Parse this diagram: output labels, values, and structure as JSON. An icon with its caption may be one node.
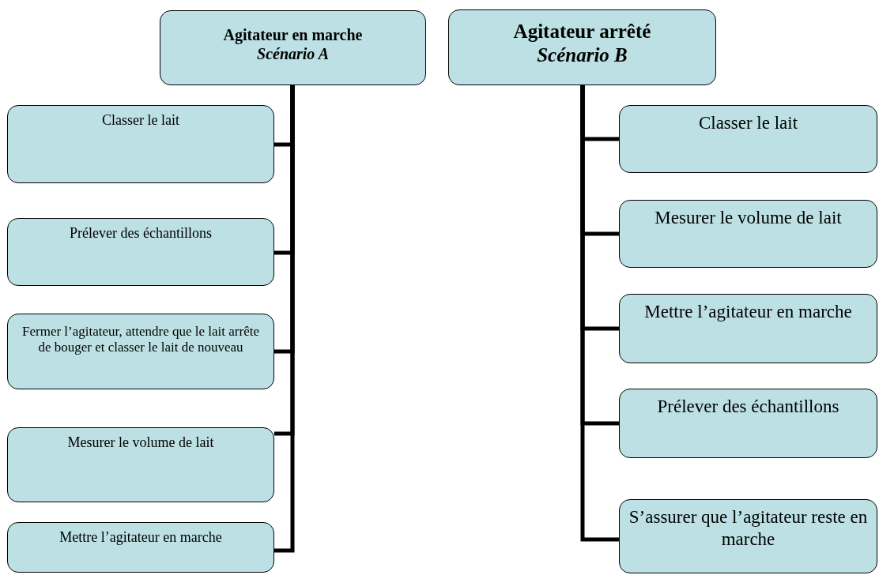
{
  "diagram": {
    "nodes": [
      {
        "text": [
          "Agitateur en marche",
          "Scénario A"
        ]
      },
      {
        "text": [
          "Classer le lait"
        ]
      },
      {
        "text": [
          "Prélever des échantillons"
        ]
      },
      {
        "text": [
          "Fermer l’agitateur, attendre que le lait arrête de bouger et classer le lait de nouveau"
        ]
      },
      {
        "text": [
          "Mesurer le volume de lait"
        ]
      },
      {
        "text": [
          "Mettre l’agitateur en marche"
        ]
      },
      {
        "text": [
          "Agitateur arrêté",
          "Scénario B"
        ]
      },
      {
        "text": [
          "Classer le lait"
        ]
      },
      {
        "text": [
          "Mesurer le volume de lait"
        ]
      },
      {
        "text": [
          "Mettre l’agitateur en marche"
        ]
      },
      {
        "text": [
          "Prélever des échantillons"
        ]
      },
      {
        "text": [
          "S’assurer que l’agitateur reste en marche"
        ]
      }
    ],
    "edges": [
      {
        "from": 0,
        "to": 1,
        "arrow": "none"
      },
      {
        "from": 0,
        "to": 2,
        "arrow": "none"
      },
      {
        "from": 0,
        "to": 3,
        "arrow": "none"
      },
      {
        "from": 0,
        "to": 4,
        "arrow": "none"
      },
      {
        "from": 0,
        "to": 5,
        "arrow": "none"
      },
      {
        "from": 6,
        "to": 7,
        "arrow": "none"
      },
      {
        "from": 6,
        "to": 8,
        "arrow": "none"
      },
      {
        "from": 6,
        "to": 9,
        "arrow": "none"
      },
      {
        "from": 6,
        "to": 10,
        "arrow": "none"
      },
      {
        "from": 6,
        "to": 11,
        "arrow": "none"
      }
    ]
  }
}
